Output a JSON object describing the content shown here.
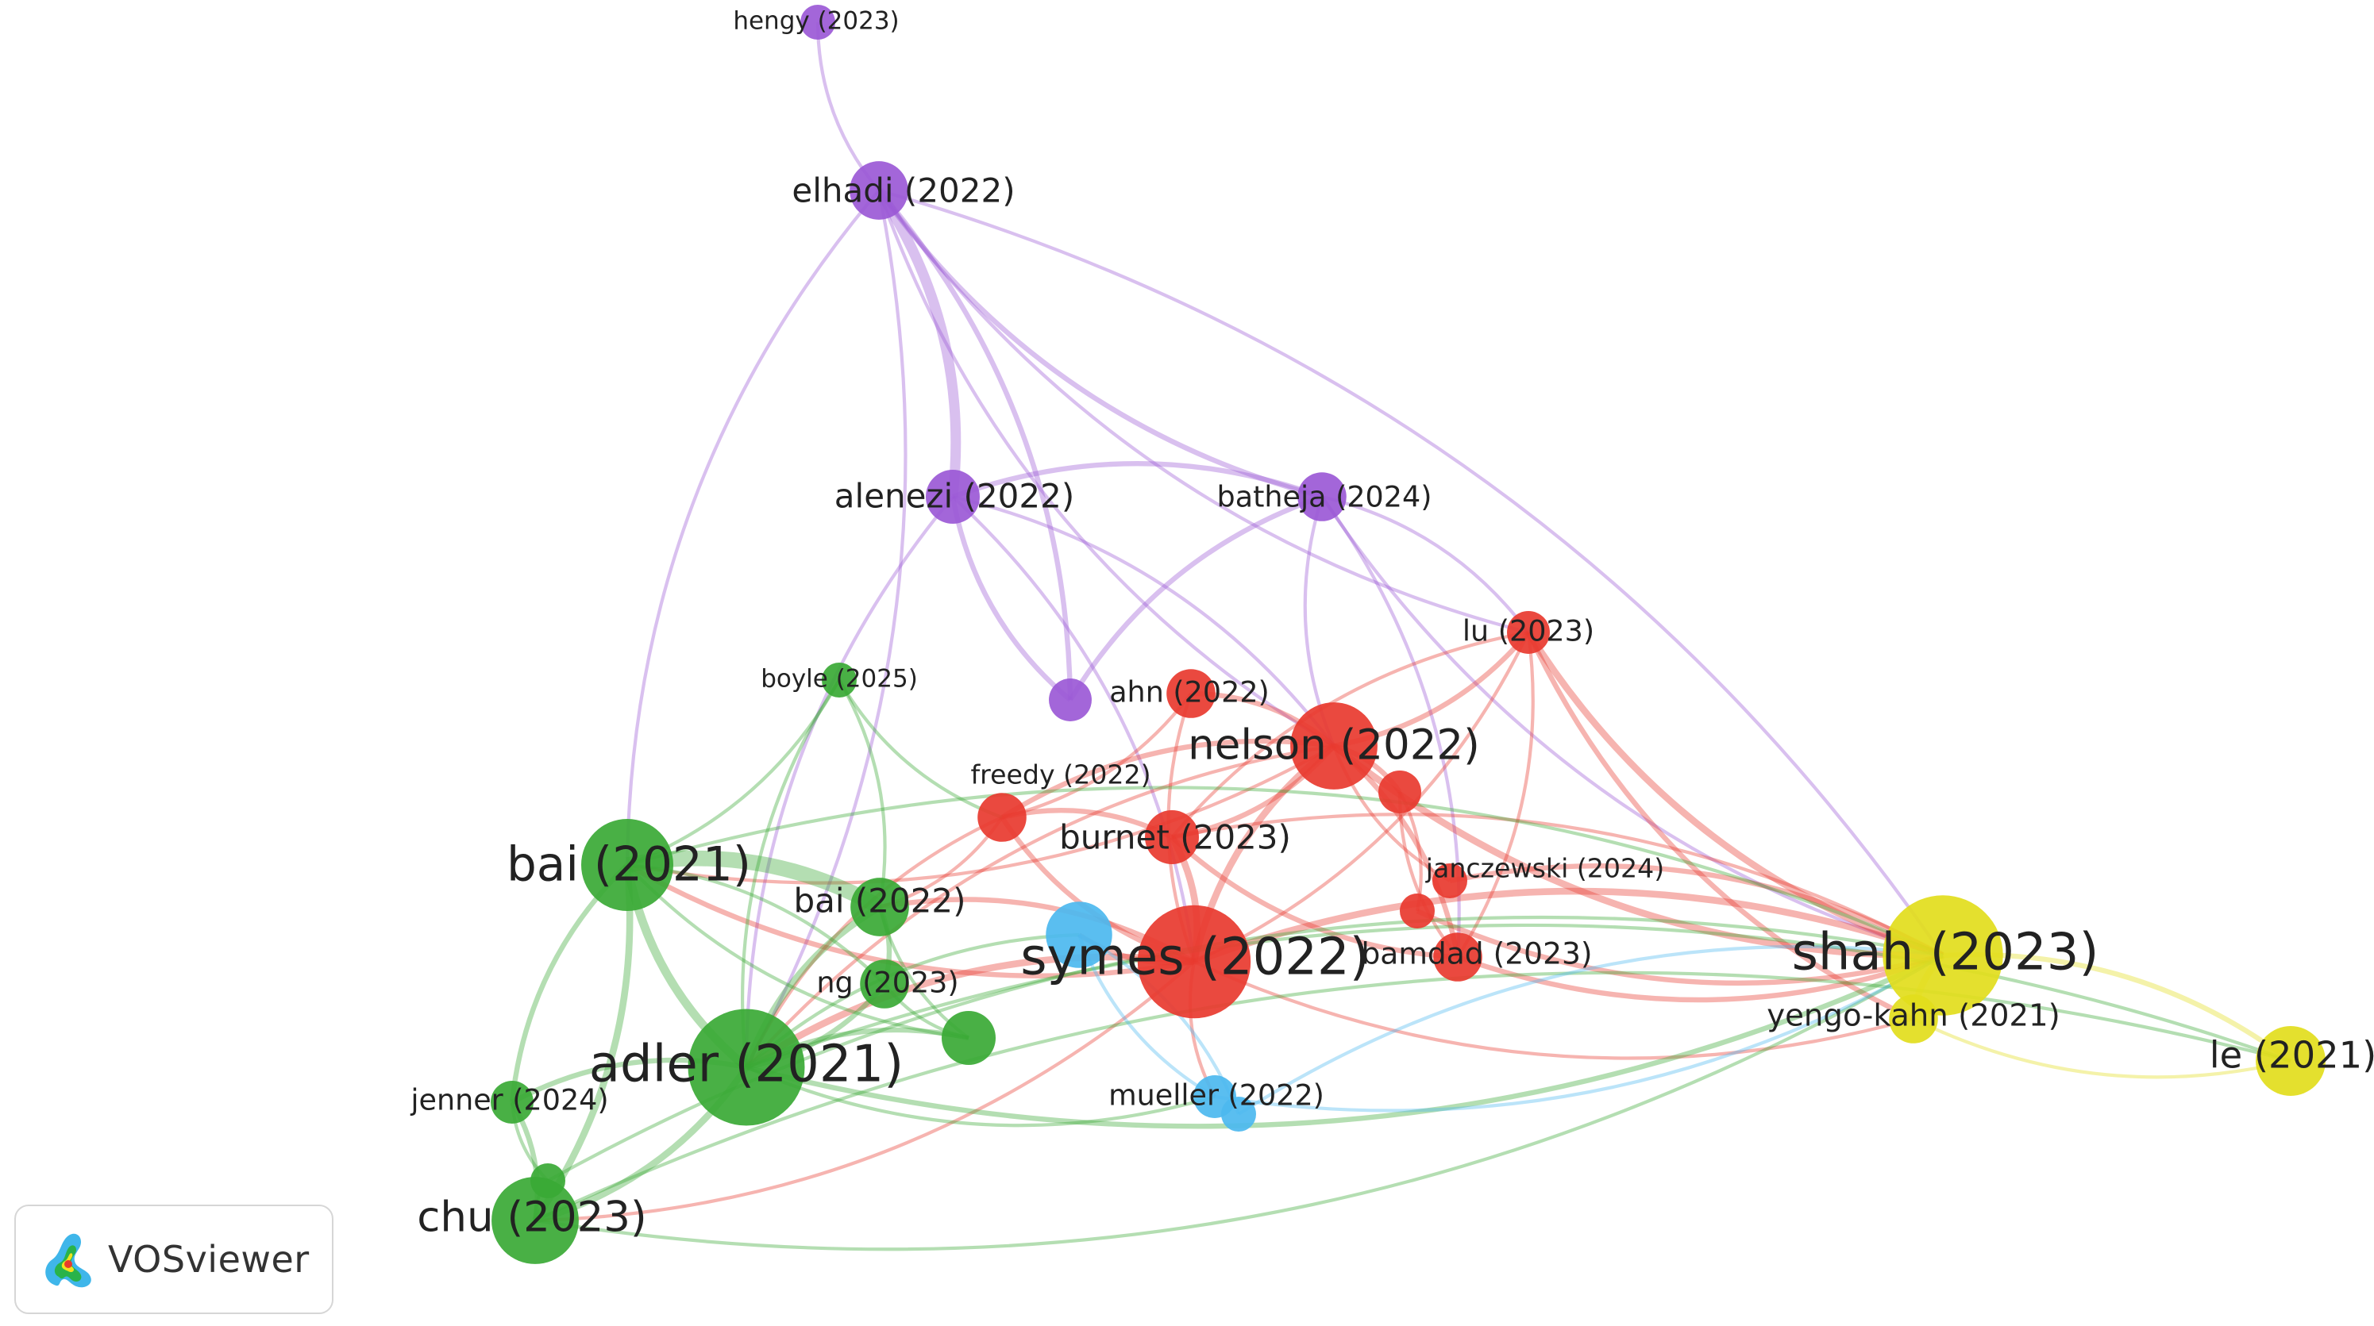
{
  "app": {
    "brand": "VOSviewer",
    "logo_icon": "vosviewer-logo-icon"
  },
  "cluster_colors": {
    "red": "#e8392f",
    "green": "#3aa935",
    "purple": "#9b59d6",
    "yellow": "#e2dd1c",
    "blue": "#4cb8ef"
  },
  "network": {
    "nodes": [
      {
        "id": "hengy",
        "label": "hengy (2023)",
        "cluster": "purple",
        "weight": 1,
        "label_size": 1
      },
      {
        "id": "elhadi",
        "label": "elhadi (2022)",
        "cluster": "purple",
        "weight": 5,
        "label_size": 2
      },
      {
        "id": "alenezi",
        "label": "alenezi (2022)",
        "cluster": "purple",
        "weight": 4,
        "label_size": 2
      },
      {
        "id": "batheja",
        "label": "batheja (2024)",
        "cluster": "purple",
        "weight": 3,
        "label_size": 1.5
      },
      {
        "id": "purple_s",
        "label": "",
        "cluster": "purple",
        "weight": 2,
        "label_size": 0
      },
      {
        "id": "lu",
        "label": "lu (2023)",
        "cluster": "red",
        "weight": 2,
        "label_size": 1.5
      },
      {
        "id": "ahn",
        "label": "ahn (2022)",
        "cluster": "red",
        "weight": 3,
        "label_size": 1.5
      },
      {
        "id": "nelson",
        "label": "nelson (2022)",
        "cluster": "red",
        "weight": 14,
        "label_size": 3
      },
      {
        "id": "freedy",
        "label": "freedy (2022)",
        "cluster": "red",
        "weight": 3,
        "label_size": 1.2
      },
      {
        "id": "burnet",
        "label": "burnet (2023)",
        "cluster": "red",
        "weight": 4,
        "label_size": 2
      },
      {
        "id": "red_s1",
        "label": "",
        "cluster": "red",
        "weight": 2,
        "label_size": 0
      },
      {
        "id": "janczewski",
        "label": "janczewski (2024)",
        "cluster": "red",
        "weight": 1,
        "label_size": 1.2
      },
      {
        "id": "red_s2",
        "label": "",
        "cluster": "red",
        "weight": 1,
        "label_size": 0
      },
      {
        "id": "bamdad",
        "label": "bamdad (2023)",
        "cluster": "red",
        "weight": 3,
        "label_size": 1.6
      },
      {
        "id": "symes",
        "label": "symes (2022)",
        "cluster": "red",
        "weight": 26,
        "label_size": 4
      },
      {
        "id": "boyle",
        "label": "boyle (2025)",
        "cluster": "green",
        "weight": 1,
        "label_size": 1
      },
      {
        "id": "bai2021",
        "label": "bai (2021)",
        "cluster": "green",
        "weight": 16,
        "label_size": 3.6
      },
      {
        "id": "bai2022",
        "label": "bai (2022)",
        "cluster": "green",
        "weight": 5,
        "label_size": 2
      },
      {
        "id": "ng",
        "label": "ng (2023)",
        "cluster": "green",
        "weight": 3,
        "label_size": 1.5
      },
      {
        "id": "green_s",
        "label": "",
        "cluster": "green",
        "weight": 4,
        "label_size": 0
      },
      {
        "id": "adler",
        "label": "adler (2021)",
        "cluster": "green",
        "weight": 28,
        "label_size": 4
      },
      {
        "id": "jenner",
        "label": "jenner (2024)",
        "cluster": "green",
        "weight": 2,
        "label_size": 1.5
      },
      {
        "id": "chu",
        "label": "chu (2023)",
        "cluster": "green",
        "weight": 14,
        "label_size": 3
      },
      {
        "id": "green_t",
        "label": "",
        "cluster": "green",
        "weight": 1,
        "label_size": 0
      },
      {
        "id": "symes_b",
        "label": "",
        "cluster": "blue",
        "weight": 7,
        "label_size": 0
      },
      {
        "id": "mueller",
        "label": "mueller (2022)",
        "cluster": "blue",
        "weight": 2,
        "label_size": 1.5
      },
      {
        "id": "blue_s",
        "label": "",
        "cluster": "blue",
        "weight": 1,
        "label_size": 0
      },
      {
        "id": "shah",
        "label": "shah (2023)",
        "cluster": "yellow",
        "weight": 30,
        "label_size": 4
      },
      {
        "id": "yengo",
        "label": "yengo-kahn (2021)",
        "cluster": "yellow",
        "weight": 3,
        "label_size": 1.7
      },
      {
        "id": "le",
        "label": "le (2021)",
        "cluster": "yellow",
        "weight": 8,
        "label_size": 2.4
      }
    ],
    "links": [
      [
        "hengy",
        "elhadi",
        1
      ],
      [
        "elhadi",
        "alenezi",
        5
      ],
      [
        "elhadi",
        "batheja",
        2
      ],
      [
        "elhadi",
        "purple_s",
        2
      ],
      [
        "elhadi",
        "lu",
        1
      ],
      [
        "elhadi",
        "shah",
        1
      ],
      [
        "elhadi",
        "bai2021",
        1
      ],
      [
        "elhadi",
        "adler",
        1
      ],
      [
        "elhadi",
        "nelson",
        1
      ],
      [
        "alenezi",
        "batheja",
        2
      ],
      [
        "alenezi",
        "purple_s",
        2
      ],
      [
        "alenezi",
        "symes",
        1
      ],
      [
        "alenezi",
        "adler",
        1
      ],
      [
        "alenezi",
        "nelson",
        1
      ],
      [
        "batheja",
        "purple_s",
        2
      ],
      [
        "batheja",
        "lu",
        1
      ],
      [
        "batheja",
        "nelson",
        1
      ],
      [
        "batheja",
        "bamdad",
        1
      ],
      [
        "batheja",
        "shah",
        1
      ],
      [
        "lu",
        "nelson",
        2
      ],
      [
        "lu",
        "shah",
        3
      ],
      [
        "lu",
        "symes",
        1
      ],
      [
        "lu",
        "burnet",
        1
      ],
      [
        "lu",
        "bamdad",
        1
      ],
      [
        "lu",
        "yengo",
        2
      ],
      [
        "ahn",
        "nelson",
        2
      ],
      [
        "ahn",
        "symes",
        1
      ],
      [
        "ahn",
        "freedy",
        1
      ],
      [
        "nelson",
        "symes",
        3
      ],
      [
        "nelson",
        "burnet",
        2
      ],
      [
        "nelson",
        "freedy",
        2
      ],
      [
        "nelson",
        "red_s1",
        2
      ],
      [
        "nelson",
        "shah",
        3
      ],
      [
        "nelson",
        "bamdad",
        2
      ],
      [
        "nelson",
        "adler",
        1
      ],
      [
        "nelson",
        "bai2021",
        1
      ],
      [
        "nelson",
        "janczewski",
        1
      ],
      [
        "freedy",
        "burnet",
        2
      ],
      [
        "freedy",
        "symes",
        2
      ],
      [
        "freedy",
        "bai2022",
        1
      ],
      [
        "freedy",
        "adler",
        1
      ],
      [
        "burnet",
        "symes",
        3
      ],
      [
        "burnet",
        "bamdad",
        2
      ],
      [
        "burnet",
        "shah",
        1
      ],
      [
        "red_s1",
        "bamdad",
        1
      ],
      [
        "red_s1",
        "red_s2",
        1
      ],
      [
        "red_s2",
        "shah",
        2
      ],
      [
        "janczewski",
        "shah",
        2
      ],
      [
        "bamdad",
        "shah",
        2
      ],
      [
        "symes",
        "shah",
        3
      ],
      [
        "symes",
        "adler",
        3
      ],
      [
        "symes",
        "bai2021",
        2
      ],
      [
        "symes",
        "bai2022",
        2
      ],
      [
        "symes",
        "symes_b",
        2
      ],
      [
        "symes",
        "mueller",
        1
      ],
      [
        "symes",
        "chu",
        1
      ],
      [
        "symes",
        "yengo",
        1
      ],
      [
        "boyle",
        "bai2021",
        1
      ],
      [
        "boyle",
        "adler",
        1
      ],
      [
        "boyle",
        "bai2022",
        1
      ],
      [
        "boyle",
        "freedy",
        1
      ],
      [
        "bai2021",
        "bai2022",
        8
      ],
      [
        "bai2021",
        "adler",
        4
      ],
      [
        "bai2021",
        "chu",
        3
      ],
      [
        "bai2021",
        "jenner",
        2
      ],
      [
        "bai2021",
        "ng",
        1
      ],
      [
        "bai2021",
        "green_s",
        1
      ],
      [
        "bai2021",
        "shah",
        1
      ],
      [
        "bai2022",
        "adler",
        3
      ],
      [
        "bai2022",
        "ng",
        2
      ],
      [
        "bai2022",
        "green_s",
        1
      ],
      [
        "ng",
        "adler",
        2
      ],
      [
        "ng",
        "green_s",
        1
      ],
      [
        "adler",
        "chu",
        3
      ],
      [
        "adler",
        "jenner",
        2
      ],
      [
        "adler",
        "green_s",
        2
      ],
      [
        "adler",
        "shah",
        2
      ],
      [
        "adler",
        "symes_b",
        1
      ],
      [
        "adler",
        "mueller",
        1
      ],
      [
        "adler",
        "le",
        1
      ],
      [
        "chu",
        "jenner",
        2
      ],
      [
        "chu",
        "green_t",
        1
      ],
      [
        "chu",
        "shah",
        1
      ],
      [
        "chu",
        "le",
        1
      ],
      [
        "jenner",
        "green_t",
        1
      ],
      [
        "green_t",
        "shah",
        1
      ],
      [
        "symes_b",
        "mueller",
        1
      ],
      [
        "symes_b",
        "blue_s",
        1
      ],
      [
        "mueller",
        "shah",
        1
      ],
      [
        "blue_s",
        "shah",
        1
      ],
      [
        "shah",
        "yengo",
        3
      ],
      [
        "shah",
        "le",
        2
      ],
      [
        "yengo",
        "le",
        1
      ]
    ]
  }
}
